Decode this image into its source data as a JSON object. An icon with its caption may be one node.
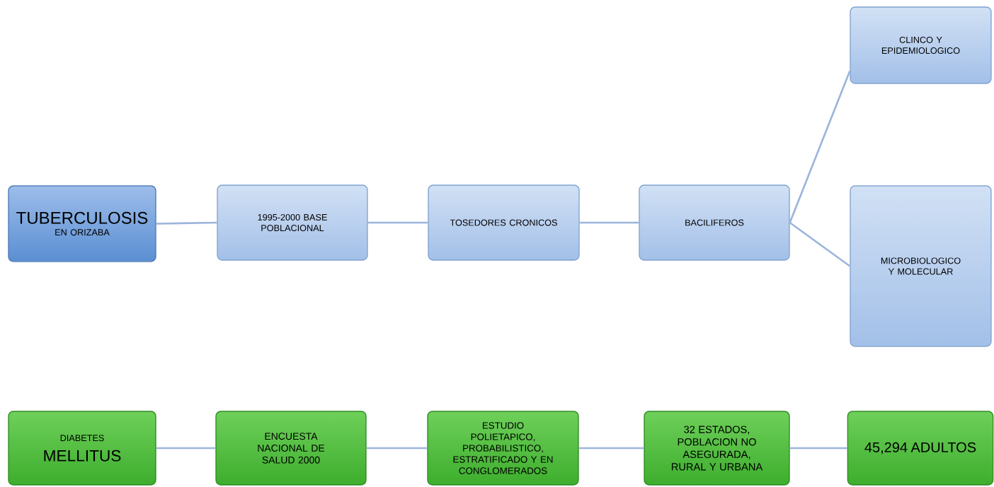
{
  "diagram": {
    "nodes": [
      {
        "text": [
          "TUBERCULOSIS",
          "EN ORIZABA"
        ]
      },
      {
        "text": [
          "1995-2000 BASE POBLACIONAL"
        ]
      },
      {
        "text": [
          "TOSEDORES CRONICOS"
        ]
      },
      {
        "text": [
          "BACILIFEROS"
        ]
      },
      {
        "text": [
          "CLINCO Y EPIDEMIOLOGICO"
        ]
      },
      {
        "text": [
          "MICROBIOLOGICO Y MOLECULAR"
        ]
      },
      {
        "text": [
          "DIABETES",
          "MELLITUS"
        ]
      },
      {
        "text": [
          "ENCUESTA NACIONAL DE SALUD 2000"
        ]
      },
      {
        "text": [
          "ESTUDIO POLIETAPICO, PROBABILISTICO, ESTRATIFICADO Y EN CONGLOMERADOS"
        ]
      },
      {
        "text": [
          "32 ESTADOS, POBLACION NO ASEGURADA, RURAL Y URBANA"
        ]
      },
      {
        "text": [
          "45,294 ADULTOS"
        ]
      }
    ],
    "edges": [
      {
        "from": 0,
        "to": 1,
        "arrow": "none"
      },
      {
        "from": 1,
        "to": 2,
        "arrow": "none"
      },
      {
        "from": 2,
        "to": 3,
        "arrow": "none"
      },
      {
        "from": 3,
        "to": 4,
        "arrow": "none"
      },
      {
        "from": 3,
        "to": 5,
        "arrow": "none"
      },
      {
        "from": 6,
        "to": 7,
        "arrow": "none"
      },
      {
        "from": 7,
        "to": 8,
        "arrow": "none"
      },
      {
        "from": 8,
        "to": 9,
        "arrow": "none"
      },
      {
        "from": 9,
        "to": 10,
        "arrow": "none"
      }
    ]
  }
}
